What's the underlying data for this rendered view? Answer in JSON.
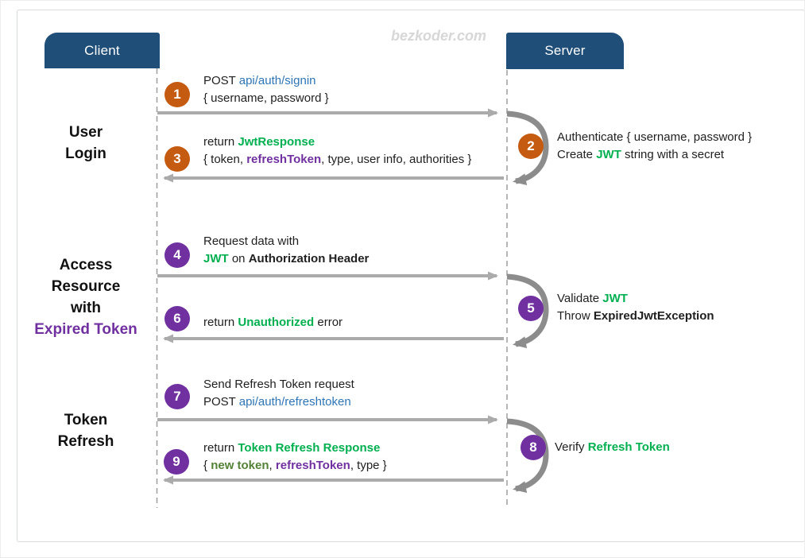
{
  "watermark": "bezkoder.com",
  "actors": {
    "client": "Client",
    "server": "Server"
  },
  "colors": {
    "actor_box": "#1f4e79",
    "orange_badge": "#c55a11",
    "purple_badge": "#7030a0",
    "green_text": "#00b050",
    "dark_green_text": "#538135",
    "purple_text": "#7030a0",
    "link_blue_text": "#2e75b6",
    "arrow_gray": "#ababab",
    "loop_gray": "#8c8c8c"
  },
  "sections": [
    {
      "lines": [
        "User",
        "Login"
      ]
    },
    {
      "lines": [
        "Access",
        "Resource",
        "with",
        "Expired Token"
      ]
    },
    {
      "lines": [
        "Token",
        "Refresh"
      ]
    }
  ],
  "steps": [
    {
      "num": "1",
      "lines": [
        [
          "POST ",
          "api/auth/signin"
        ],
        [
          "{ username, password }"
        ]
      ]
    },
    {
      "num": "2",
      "lines": [
        [
          "Authenticate { username, password }"
        ],
        [
          "Create ",
          "JWT",
          " string with a secret"
        ]
      ]
    },
    {
      "num": "3",
      "lines": [
        [
          "return ",
          "JwtResponse"
        ],
        [
          "{ token, ",
          "refreshToken",
          ", type, user info, authorities }"
        ]
      ]
    },
    {
      "num": "4",
      "lines": [
        [
          "Request data with"
        ],
        [
          "JWT",
          " on ",
          "Authorization Header"
        ]
      ]
    },
    {
      "num": "5",
      "lines": [
        [
          "Validate ",
          "JWT"
        ],
        [
          "Throw ",
          "ExpiredJwtException"
        ]
      ]
    },
    {
      "num": "6",
      "lines": [
        [
          "return ",
          "Unauthorized",
          " error"
        ]
      ]
    },
    {
      "num": "7",
      "lines": [
        [
          "Send Refresh Token request"
        ],
        [
          "POST ",
          "api/auth/refreshtoken"
        ]
      ]
    },
    {
      "num": "8",
      "lines": [
        [
          "Verify ",
          "Refresh Token"
        ]
      ]
    },
    {
      "num": "9",
      "lines": [
        [
          "return ",
          "Token Refresh Response"
        ],
        [
          "{ ",
          "new token",
          ", ",
          "refreshToken",
          ", type }"
        ]
      ]
    }
  ]
}
